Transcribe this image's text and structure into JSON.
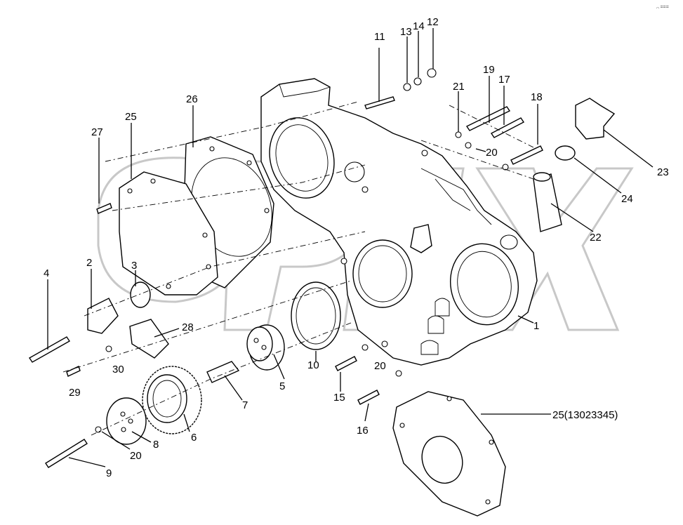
{
  "corner_mark": "᎔ ===",
  "callouts": {
    "c1": "1",
    "c2": "2",
    "c3": "3",
    "c4": "4",
    "c5": "5",
    "c6": "6",
    "c7": "7",
    "c8": "8",
    "c9": "9",
    "c10": "10",
    "c11": "11",
    "c12": "12",
    "c13": "13",
    "c14": "14",
    "c15": "15",
    "c16": "16",
    "c17": "17",
    "c18": "18",
    "c19": "19",
    "c20a": "20",
    "c20b": "20",
    "c20c": "20",
    "c21": "21",
    "c22": "22",
    "c23": "23",
    "c24": "24",
    "c25": "25",
    "c25b": "25(13023345)",
    "c26": "26",
    "c27": "27",
    "c28": "28",
    "c29": "29",
    "c30": "30"
  }
}
